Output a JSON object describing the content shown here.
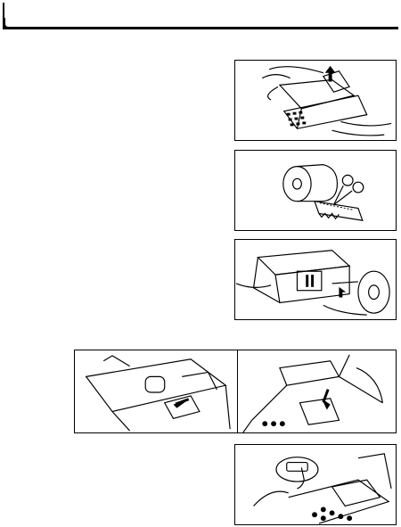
{
  "page": {
    "figures": [
      {
        "id": "fig-1",
        "icon": "open-printer-cover-illustration"
      },
      {
        "id": "fig-2",
        "icon": "paper-roll-and-scissors-illustration"
      },
      {
        "id": "fig-3",
        "icon": "insert-paper-roll-illustration"
      },
      {
        "id": "fig-4a",
        "icon": "paper-feed-slot-illustration"
      },
      {
        "id": "fig-4b",
        "icon": "paper-through-printer-illustration"
      },
      {
        "id": "fig-5",
        "icon": "press-paper-feed-key-illustration"
      }
    ],
    "colors": {
      "ink": "#000000",
      "paper": "#ffffff"
    }
  }
}
